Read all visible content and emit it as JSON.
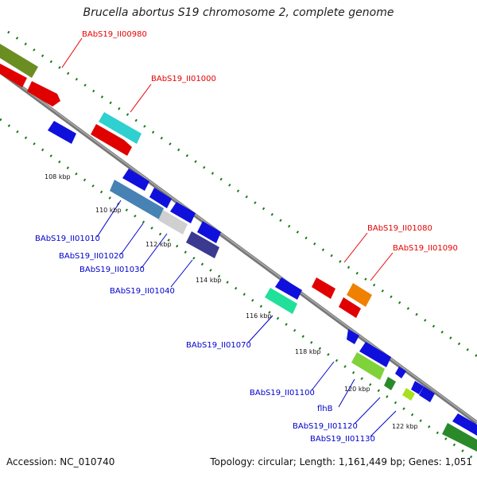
{
  "title": "Brucella abortus S19 chromosome 2, complete genome",
  "footer": {
    "accession": "Accession: NC_010740",
    "summary": "Topology: circular; Length: 1,161,449 bp; Genes: 1,051"
  },
  "scale_labels": [
    "108 kbp",
    "110 kbp",
    "112 kbp",
    "114 kbp",
    "116 kbp",
    "118 kbp",
    "120 kbp",
    "122 kbp"
  ],
  "gene_labels": [
    {
      "text": "BAbS19_II00980",
      "color": "#e60000"
    },
    {
      "text": "BAbS19_II01000",
      "color": "#e60000"
    },
    {
      "text": "BAbS19_II01010",
      "color": "#0000cc"
    },
    {
      "text": "BAbS19_II01020",
      "color": "#0000cc"
    },
    {
      "text": "BAbS19_II01030",
      "color": "#0000cc"
    },
    {
      "text": "BAbS19_II01040",
      "color": "#0000cc"
    },
    {
      "text": "BAbS19_II01070",
      "color": "#0000cc"
    },
    {
      "text": "BAbS19_II01080",
      "color": "#e60000"
    },
    {
      "text": "BAbS19_II01090",
      "color": "#e60000"
    },
    {
      "text": "BAbS19_II01100",
      "color": "#0000cc"
    },
    {
      "text": "flhB",
      "color": "#0000cc"
    },
    {
      "text": "BAbS19_II01120",
      "color": "#0000cc"
    },
    {
      "text": "BAbS19_II01130",
      "color": "#0000cc"
    }
  ],
  "colors": {
    "backbone": "#8a8a8a",
    "dotted_track": "#1a7a1a",
    "forward_strand": "#e60000",
    "reverse_strand": "#0000cc"
  }
}
